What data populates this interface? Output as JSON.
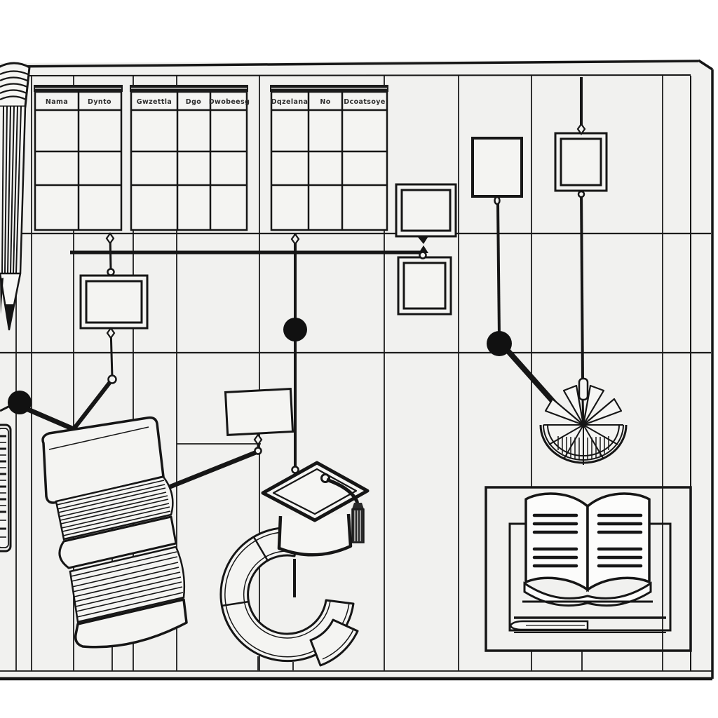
{
  "board": {
    "description": "hand-drawn planning whiteboard illustration",
    "tables": [
      {
        "name": "table-1",
        "headers": [
          "Nama",
          "Dynto"
        ],
        "columns": 2,
        "body_rows": 3
      },
      {
        "name": "table-2",
        "headers": [
          "Gwzettla",
          "Dgo",
          "Dwobeesg"
        ],
        "columns": 3,
        "body_rows": 3
      },
      {
        "name": "table-3",
        "headers": [
          "Dqzelana",
          "No",
          "Dcoatsoye"
        ],
        "columns": 3,
        "body_rows": 3
      }
    ],
    "icons": [
      "pencil-icon",
      "book-spine-icon",
      "books-stack-icon",
      "graduation-cap-icon",
      "donut-chart-icon",
      "pinwheel-chart-icon",
      "open-book-icon",
      "connector-dot",
      "connector-diamond",
      "connector-ribbon"
    ],
    "colors": {
      "ink": "#161616",
      "board_fill": "#f1f1ef",
      "cell_fill": "#f4f4f2",
      "header_bar": "#1a1a1a",
      "page_white": "#ffffff",
      "tassel_dark": "#2b2b2b"
    }
  }
}
